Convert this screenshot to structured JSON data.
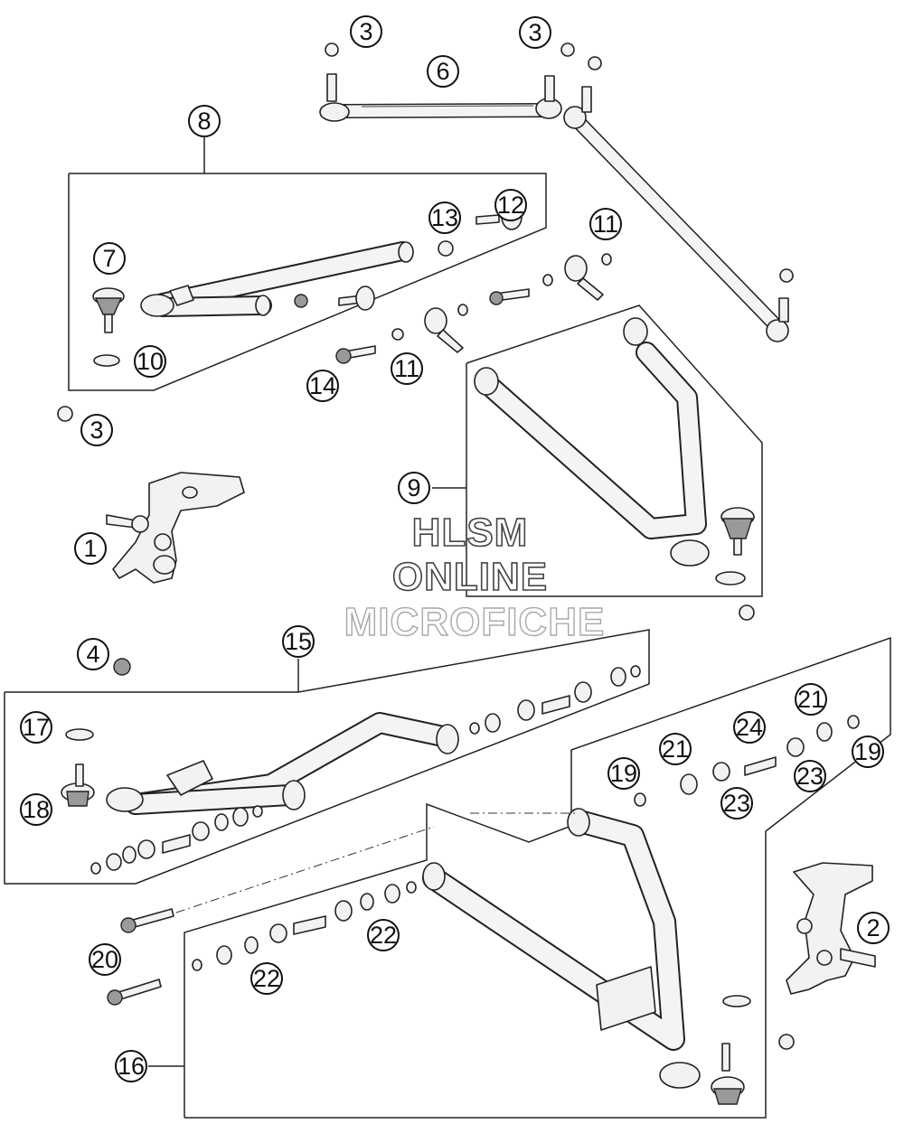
{
  "callouts": [
    {
      "id": "c3a",
      "label": "3"
    },
    {
      "id": "c3b",
      "label": "3"
    },
    {
      "id": "c6",
      "label": "6"
    },
    {
      "id": "c8",
      "label": "8"
    },
    {
      "id": "c13",
      "label": "13"
    },
    {
      "id": "c12",
      "label": "12"
    },
    {
      "id": "c11a",
      "label": "11"
    },
    {
      "id": "c7",
      "label": "7"
    },
    {
      "id": "c10",
      "label": "10"
    },
    {
      "id": "c14",
      "label": "14"
    },
    {
      "id": "c11b",
      "label": "11"
    },
    {
      "id": "c3c",
      "label": "3"
    },
    {
      "id": "c9",
      "label": "9"
    },
    {
      "id": "c1",
      "label": "1"
    },
    {
      "id": "c4",
      "label": "4"
    },
    {
      "id": "c15",
      "label": "15"
    },
    {
      "id": "c17",
      "label": "17"
    },
    {
      "id": "c18",
      "label": "18"
    },
    {
      "id": "c21a",
      "label": "21"
    },
    {
      "id": "c24",
      "label": "24"
    },
    {
      "id": "c21b",
      "label": "21"
    },
    {
      "id": "c19a",
      "label": "19"
    },
    {
      "id": "c19b",
      "label": "19"
    },
    {
      "id": "c23a",
      "label": "23"
    },
    {
      "id": "c23b",
      "label": "23"
    },
    {
      "id": "c2",
      "label": "2"
    },
    {
      "id": "c22a",
      "label": "22"
    },
    {
      "id": "c20",
      "label": "20"
    },
    {
      "id": "c22b",
      "label": "22"
    },
    {
      "id": "c16",
      "label": "16"
    }
  ],
  "watermark": {
    "line1": "HLSM",
    "line2": "ONLINE",
    "line3": "MICROFICHE"
  }
}
